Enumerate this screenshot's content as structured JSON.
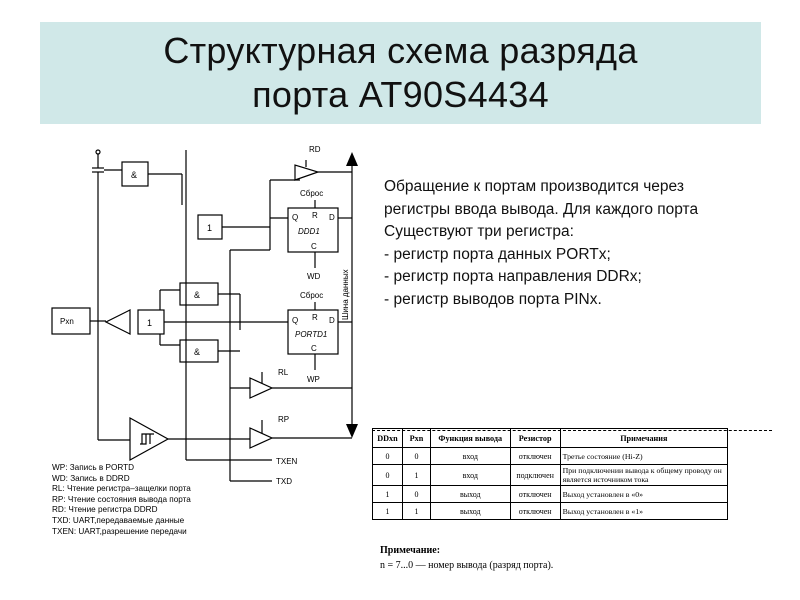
{
  "title": {
    "line1": "Структурная схема разряда",
    "line2": "порта AT90S4434"
  },
  "description": {
    "lines": [
      "Обращение к портам производится через",
      "регистры ввода вывода. Для  каждого порта",
      "Существуют три регистра:",
      "- регистр порта данных PORTx;",
      "- регистр порта направления DDRx;",
      "- регистр выводов порта PINx."
    ]
  },
  "diagram": {
    "pin_label": "Pxn",
    "and_label_top": "&",
    "or_label_top": "1",
    "and_label_mid": "&",
    "or_label_mid": "1",
    "and_label_bot": "&",
    "rd_label": "RD",
    "reset1_label": "Сброс",
    "ddd_name": "DDD1",
    "ddd_q": "Q",
    "ddd_r": "R",
    "ddd_d": "D",
    "ddd_c": "C",
    "wd_label": "WD",
    "reset2_label": "Сброс",
    "portd_name": "PORTD1",
    "portd_q": "Q",
    "portd_r": "R",
    "portd_d": "D",
    "portd_c": "C",
    "wp_label": "WP",
    "rl_label": "RL",
    "rp_label": "RP",
    "txen_label": "TXEN",
    "txd_label": "TXD",
    "bus_label": "Шина данных"
  },
  "legend": {
    "lines": [
      "WP: Запись в PORTD",
      "WD: Запись в DDRD",
      "RL: Чтение регистра–защелки порта",
      "RP: Чтение состояния вывода порта",
      "RD: Чтение регистра DDRD",
      "TXD: UART,передаваемые данные",
      "TXEN: UART,разрешение передачи"
    ]
  },
  "table": {
    "headers": [
      "DDxn",
      "Pxn",
      "Функция вывода",
      "Резистор",
      "Примечания"
    ],
    "rows": [
      [
        "0",
        "0",
        "вход",
        "отключен",
        "Третье состояние (Hi-Z)"
      ],
      [
        "0",
        "1",
        "вход",
        "подключен",
        "При подключении вывода к общему проводу он является источником тока"
      ],
      [
        "1",
        "0",
        "выход",
        "отключен",
        "Выход установлен в «0»"
      ],
      [
        "1",
        "1",
        "выход",
        "отключен",
        "Выход установлен в «1»"
      ]
    ],
    "note_title": "Примечание:",
    "note_text": "n = 7...0 — номер вывода (разряд порта)."
  },
  "colors": {
    "title_band": "#d0e8e8"
  }
}
